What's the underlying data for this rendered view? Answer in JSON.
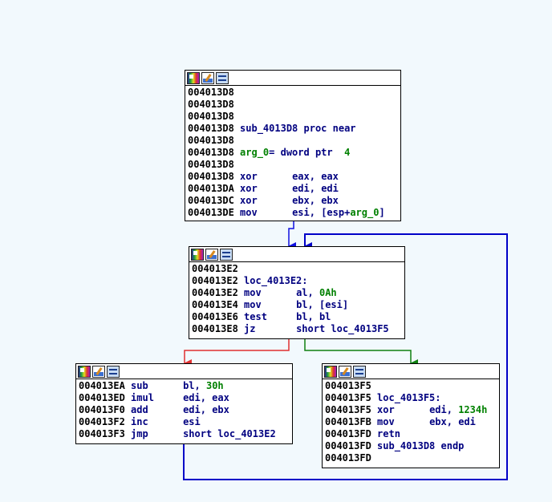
{
  "colors": {
    "background": "#f2f9fd",
    "edge_true": "#e03030",
    "edge_false": "#108010",
    "edge_jump": "#0000c8",
    "edge_normal": "#0000ff"
  },
  "toolbar_icons": [
    "color-icon",
    "rename-icon",
    "graph-icon"
  ],
  "nodes": {
    "n1": {
      "lines": [
        {
          "addr": "004013D8",
          "label": "",
          "op": "",
          "args": []
        },
        {
          "addr": "004013D8",
          "label": "",
          "op": "",
          "args": []
        },
        {
          "addr": "004013D8",
          "label": "",
          "op": "",
          "args": []
        },
        {
          "addr": "004013D8",
          "label": "sub_4013D8 proc near",
          "op": "",
          "args": []
        },
        {
          "addr": "004013D8",
          "label": "",
          "op": "",
          "args": []
        },
        {
          "addr": "004013D8",
          "label": "",
          "op": "",
          "args": [
            {
              "t": "arg_0",
              "c": "var"
            },
            {
              "t": "= dword ptr  ",
              "c": "reg"
            },
            {
              "t": "4",
              "c": "num"
            }
          ]
        },
        {
          "addr": "004013D8",
          "label": "",
          "op": "",
          "args": []
        },
        {
          "addr": "004013D8",
          "label": "",
          "op": "xor",
          "args": [
            {
              "t": "eax, eax",
              "c": "reg"
            }
          ]
        },
        {
          "addr": "004013DA",
          "label": "",
          "op": "xor",
          "args": [
            {
              "t": "edi, edi",
              "c": "reg"
            }
          ]
        },
        {
          "addr": "004013DC",
          "label": "",
          "op": "xor",
          "args": [
            {
              "t": "ebx, ebx",
              "c": "reg"
            }
          ]
        },
        {
          "addr": "004013DE",
          "label": "",
          "op": "mov",
          "args": [
            {
              "t": "esi, [esp+",
              "c": "reg"
            },
            {
              "t": "arg_0",
              "c": "var"
            },
            {
              "t": "]",
              "c": "reg"
            }
          ]
        }
      ]
    },
    "n2": {
      "lines": [
        {
          "addr": "004013E2",
          "label": "",
          "op": "",
          "args": []
        },
        {
          "addr": "004013E2",
          "label": "loc_4013E2:",
          "op": "",
          "args": []
        },
        {
          "addr": "004013E2",
          "label": "",
          "op": "mov",
          "args": [
            {
              "t": "al, ",
              "c": "reg"
            },
            {
              "t": "0Ah",
              "c": "num"
            }
          ]
        },
        {
          "addr": "004013E4",
          "label": "",
          "op": "mov",
          "args": [
            {
              "t": "bl, [esi]",
              "c": "reg"
            }
          ]
        },
        {
          "addr": "004013E6",
          "label": "",
          "op": "test",
          "args": [
            {
              "t": "bl, bl",
              "c": "reg"
            }
          ]
        },
        {
          "addr": "004013E8",
          "label": "",
          "op": "jz",
          "args": [
            {
              "t": "short loc_4013F5",
              "c": "reg"
            }
          ]
        }
      ]
    },
    "n3": {
      "lines": [
        {
          "addr": "004013EA",
          "label": "",
          "op": "sub",
          "args": [
            {
              "t": "bl, ",
              "c": "reg"
            },
            {
              "t": "30h",
              "c": "num"
            }
          ]
        },
        {
          "addr": "004013ED",
          "label": "",
          "op": "imul",
          "args": [
            {
              "t": "edi, eax",
              "c": "reg"
            }
          ]
        },
        {
          "addr": "004013F0",
          "label": "",
          "op": "add",
          "args": [
            {
              "t": "edi, ebx",
              "c": "reg"
            }
          ]
        },
        {
          "addr": "004013F2",
          "label": "",
          "op": "inc",
          "args": [
            {
              "t": "esi",
              "c": "reg"
            }
          ]
        },
        {
          "addr": "004013F3",
          "label": "",
          "op": "jmp",
          "args": [
            {
              "t": "short loc_4013E2",
              "c": "reg"
            }
          ]
        }
      ]
    },
    "n4": {
      "lines": [
        {
          "addr": "004013F5",
          "label": "",
          "op": "",
          "args": []
        },
        {
          "addr": "004013F5",
          "label": "loc_4013F5:",
          "op": "",
          "args": []
        },
        {
          "addr": "004013F5",
          "label": "",
          "op": "xor",
          "args": [
            {
              "t": "edi, ",
              "c": "reg"
            },
            {
              "t": "1234h",
              "c": "num"
            }
          ]
        },
        {
          "addr": "004013FB",
          "label": "",
          "op": "mov",
          "args": [
            {
              "t": "ebx, edi",
              "c": "reg"
            }
          ]
        },
        {
          "addr": "004013FD",
          "label": "",
          "op": "retn",
          "args": []
        },
        {
          "addr": "004013FD",
          "label": "sub_4013D8 endp",
          "op": "",
          "args": []
        },
        {
          "addr": "004013FD",
          "label": "",
          "op": "",
          "args": []
        }
      ]
    }
  }
}
